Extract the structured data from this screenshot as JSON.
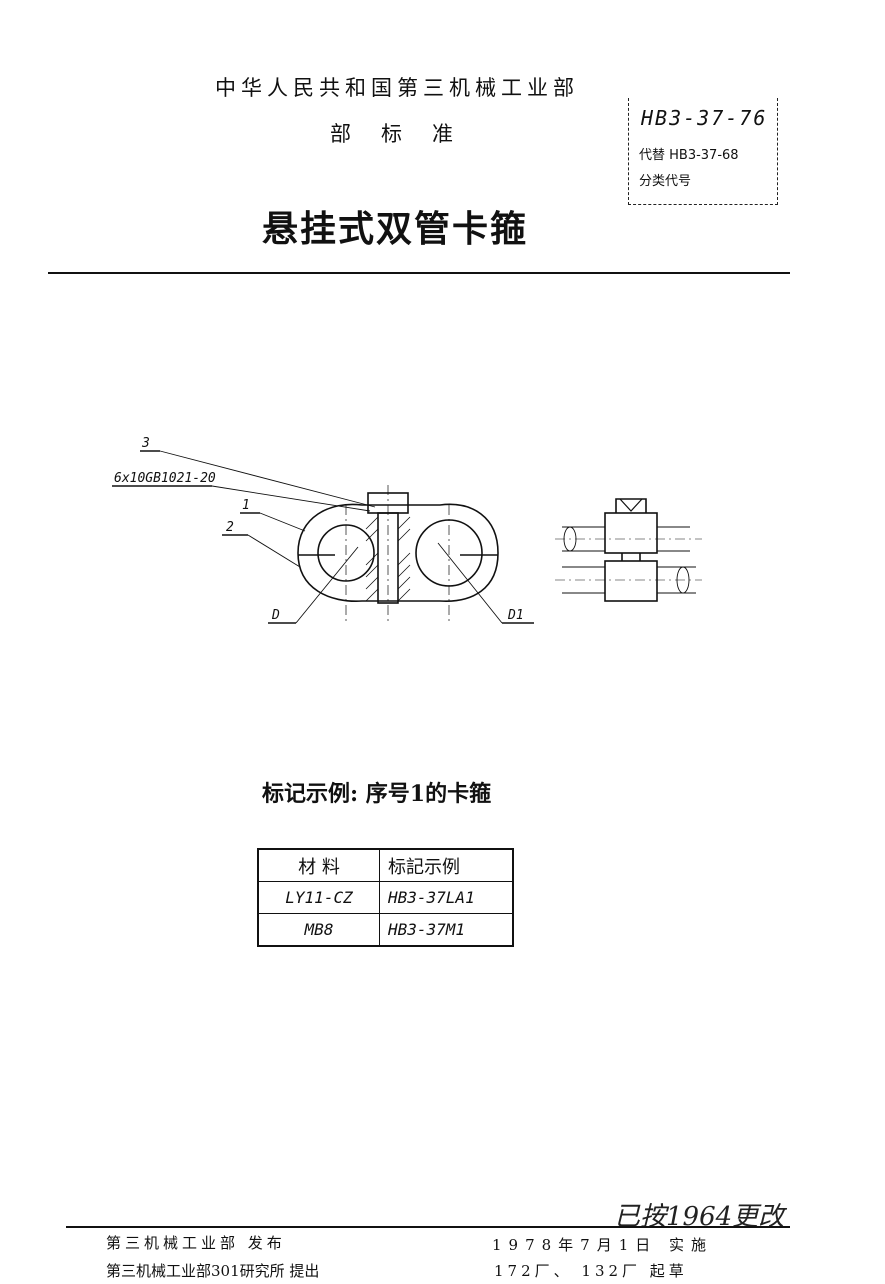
{
  "header": {
    "ministry": "中华人民共和国第三机械工业部",
    "standard_type": "部标准",
    "title": "悬挂式双管卡箍"
  },
  "code_box": {
    "code": "HB3-37-76",
    "replaces": "代替 HB3-37-68",
    "classification": "分类代号"
  },
  "drawing": {
    "labels": {
      "part3": "3",
      "bolt": "6x10GB1021-20",
      "part1": "1",
      "part2": "2",
      "d": "D",
      "d1": "D1"
    }
  },
  "example": {
    "heading": "标记示例: 序号1的卡箍"
  },
  "material_table": {
    "headers": [
      "材 料",
      "标記示例"
    ],
    "rows": [
      [
        "LY11-CZ",
        "HB3-37LA1"
      ],
      [
        "MB8",
        "HB3-37M1"
      ]
    ]
  },
  "footer": {
    "handwritten_note": "已按1964更改",
    "issued_by": "第三机械工业部 发布",
    "proposed_by": "第三机械工业部301研究所 提出",
    "effective": "1978年7月1日 实施",
    "drafted_by": "172厂、 132厂 起草"
  }
}
